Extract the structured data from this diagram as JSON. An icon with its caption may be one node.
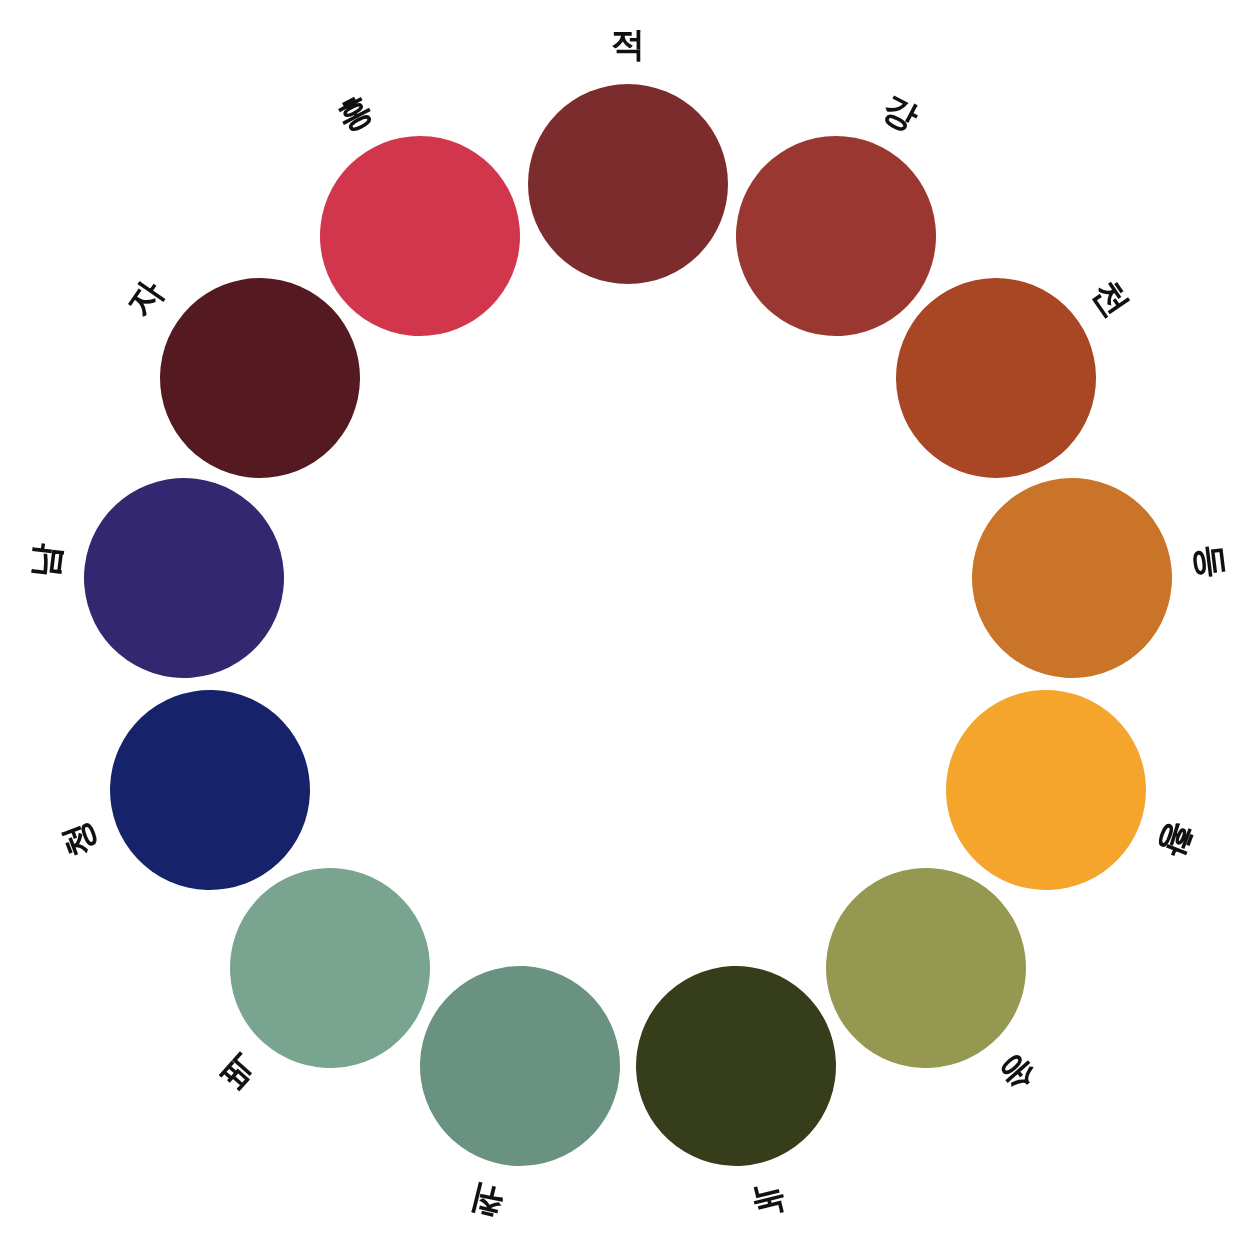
{
  "diagram": {
    "nodes": [
      {
        "text": [
          "적"
        ]
      },
      {
        "text": [
          "강"
        ]
      },
      {
        "text": [
          "천"
        ]
      },
      {
        "text": [
          "등"
        ]
      },
      {
        "text": [
          "황"
        ]
      },
      {
        "text": [
          "송"
        ]
      },
      {
        "text": [
          "녹"
        ]
      },
      {
        "text": [
          "취"
        ]
      },
      {
        "text": [
          "벽"
        ]
      },
      {
        "text": [
          "청"
        ]
      },
      {
        "text": [
          "남"
        ]
      },
      {
        "text": [
          "자"
        ]
      },
      {
        "text": [
          "홍"
        ]
      }
    ]
  }
}
